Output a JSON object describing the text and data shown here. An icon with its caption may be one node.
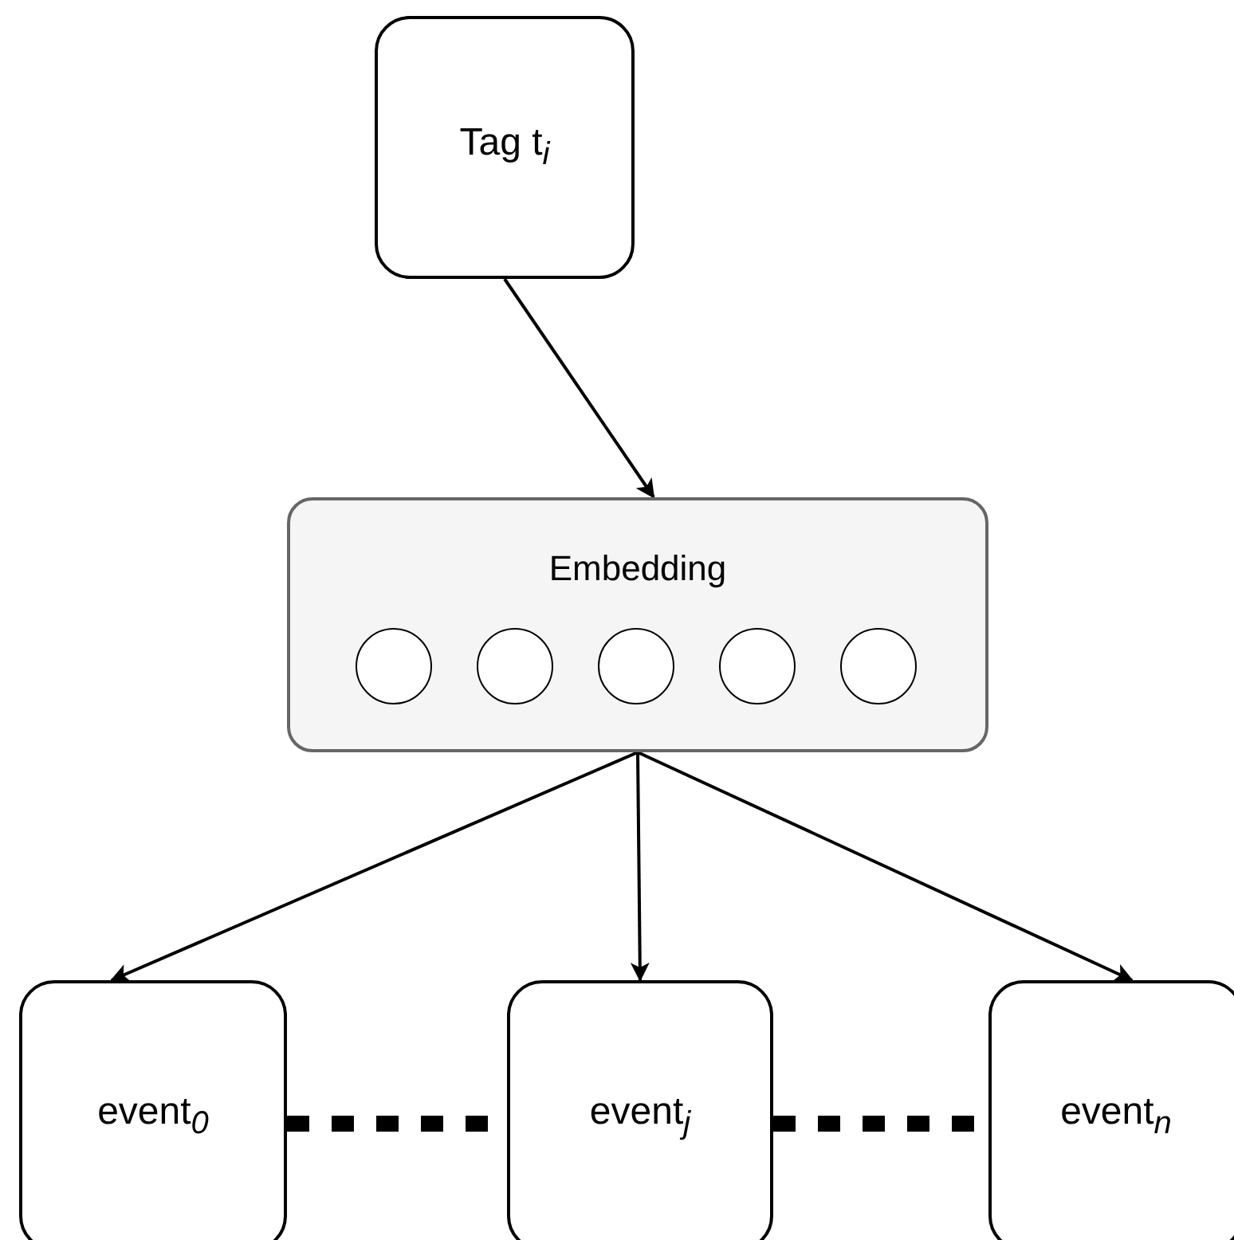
{
  "diagram": {
    "nodes": [
      {
        "text": [
          "Tag t$_{i}$"
        ]
      },
      {
        "text": [
          "Embedding"
        ]
      },
      {
        "text": [],
        "shape": "circle",
        "in": 1
      },
      {
        "text": [],
        "shape": "circle",
        "in": 1
      },
      {
        "text": [],
        "shape": "circle",
        "in": 1
      },
      {
        "text": [],
        "shape": "circle",
        "in": 1
      },
      {
        "text": [],
        "shape": "circle",
        "in": 1
      },
      {
        "text": [
          "event$_{0}$"
        ]
      },
      {
        "text": [
          "event$_{j}$"
        ]
      },
      {
        "text": [
          "event$_{n}$"
        ]
      }
    ],
    "edges": [
      {
        "from": 0,
        "to": 1,
        "arrow": "to"
      },
      {
        "from": 1,
        "to": 7,
        "arrow": "to"
      },
      {
        "from": 1,
        "to": 8,
        "arrow": "to"
      },
      {
        "from": 1,
        "to": 9,
        "arrow": "to"
      },
      {
        "from": 7,
        "to": 8,
        "arrow": "none",
        "style": "dashed"
      },
      {
        "from": 8,
        "to": 9,
        "arrow": "none",
        "style": "dashed"
      }
    ]
  }
}
